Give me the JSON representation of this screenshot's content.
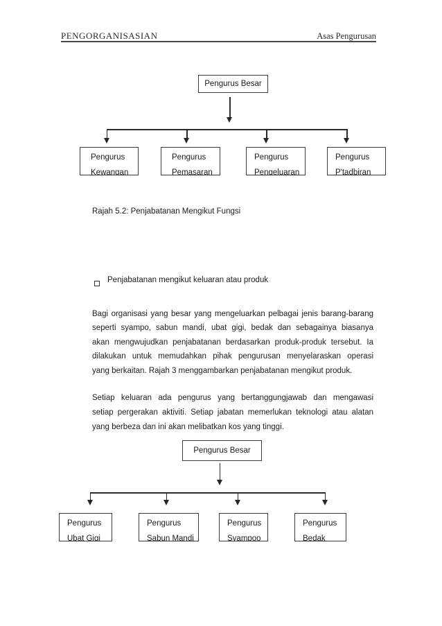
{
  "header": {
    "left_title": "PENGORGANISASIAN",
    "right_title": "Asas Pengurusan"
  },
  "chart_data": [
    {
      "type": "org-chart",
      "root": "Pengurus Besar",
      "children": [
        {
          "line1": "Pengurus",
          "line2": "Kewangan"
        },
        {
          "line1": "Pengurus",
          "line2": "Pemasaran"
        },
        {
          "line1": "Pengurus",
          "line2": "Pengeluaran"
        },
        {
          "line1": "Pengurus",
          "line2": "P'tadbiran"
        }
      ],
      "caption": "Rajah 5.2: Penjabatanan Mengikut Fungsi"
    },
    {
      "type": "org-chart",
      "root": "Pengurus Besar",
      "children": [
        {
          "line1": "Pengurus",
          "line2": "Ubat Gigi"
        },
        {
          "line1": "Pengurus",
          "line2": "Sabun Mandi"
        },
        {
          "line1": "Pengurus",
          "line2": "Syampoo"
        },
        {
          "line1": "Pengurus",
          "line2": "Bedak"
        }
      ]
    }
  ],
  "bullet_item": {
    "text": "Penjabatanan mengikut keluaran atau produk"
  },
  "paragraphs": [
    {
      "lines": [
        "Bagi organisasi yang besar yang mengeluarkan pelbagai jenis barang-barang",
        "seperti syampo, sabun mandi, ubat gigi, bedak dan sebagainya biasanya",
        "akan mengwujudkan penjabatanan berdasarkan produk-produk tersebut. Ia",
        "dilakukan untuk memudahkan pihak pengurusan menyelaraskan operasi",
        "yang berkaitan. Rajah 3 menggambarkan penjabatanan mengikut produk."
      ]
    },
    {
      "lines": [
        "Setiap keluaran ada pengurus yang bertanggungjawab dan mengawasi",
        "setiap pergerakan aktiviti. Setiap jabatan memerlukan teknologi atau alatan",
        "yang berbeza dan ini akan melibatkan kos yang tinggi."
      ]
    }
  ],
  "colors": {
    "background": "#ffffff",
    "text": "#1c1c1c",
    "line": "#2b2b2b"
  }
}
